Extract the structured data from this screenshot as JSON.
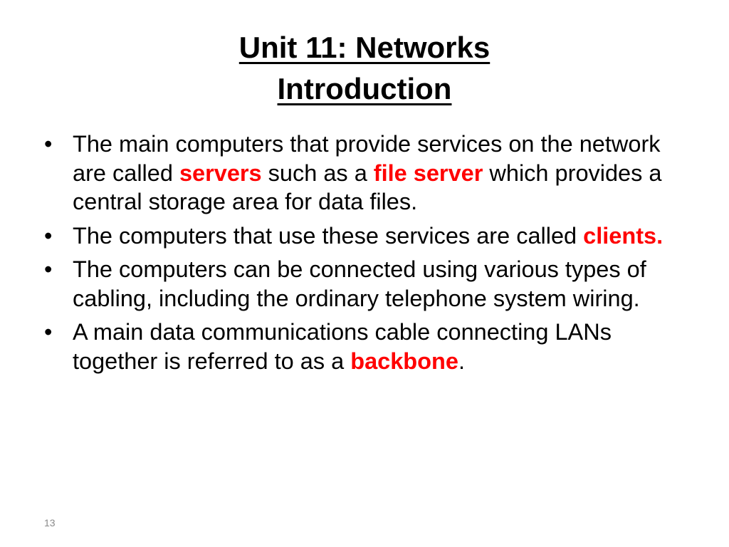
{
  "slide": {
    "title_line1": "Unit 11: Networks",
    "title_line2": "Introduction",
    "bullet_symbol": "•",
    "bullets": [
      {
        "t1": "The main computers that provide services on the network are called ",
        "h1": "servers",
        "t2": " such as a ",
        "h2": "file server",
        "t3": " which provides a central storage area for data files."
      },
      {
        "t1": "The computers that use these services are called ",
        "h1": "clients."
      },
      {
        "t1": "The computers can be connected using various types of cabling, including the ordinary telephone system wiring."
      },
      {
        "t1": "A main data communications cable connecting LANs together is referred to as a ",
        "h1": "backbone",
        "t2": "."
      }
    ],
    "slide_number": "13",
    "highlight_color": "#ff0000"
  }
}
